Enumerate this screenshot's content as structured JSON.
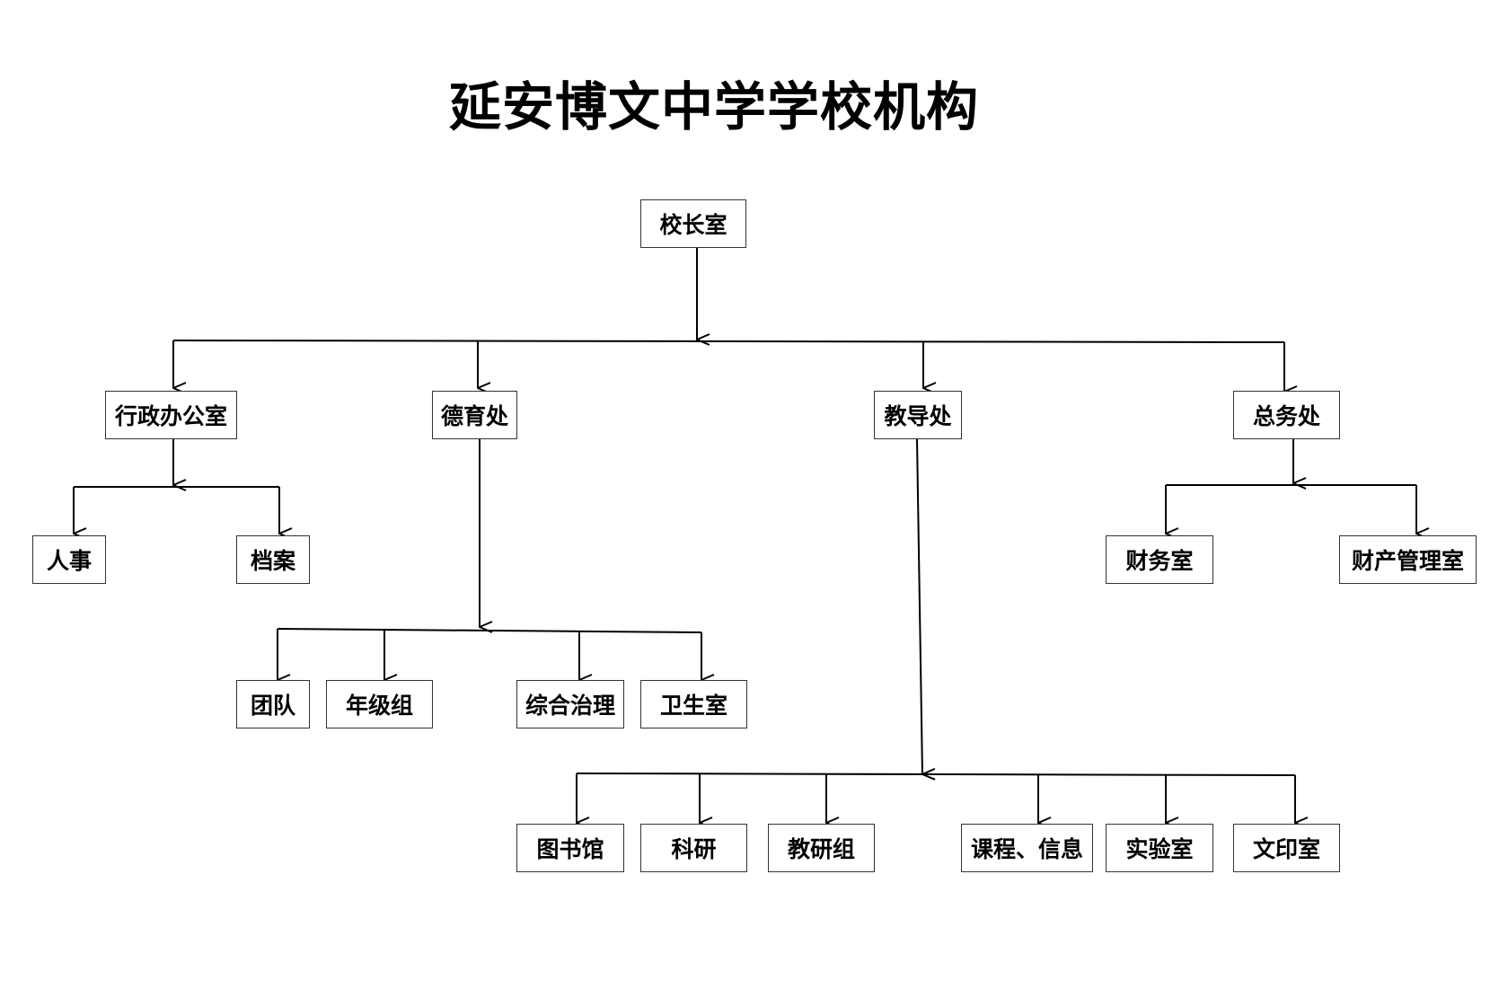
{
  "title": "延安博文中学学校机构",
  "nodes": {
    "principal": "校长室",
    "admin": "行政办公室",
    "moral": "德育处",
    "teaching": "教导处",
    "general": "总务处",
    "hr": "人事",
    "archive": "档案",
    "league": "团队",
    "grade": "年级组",
    "governance": "综合治理",
    "health": "卫生室",
    "library": "图书馆",
    "research": "科研",
    "teaching_research": "教研组",
    "course_info": "课程、信息",
    "lab": "实验室",
    "printing": "文印室",
    "finance": "财务室",
    "property": "财产管理室"
  }
}
